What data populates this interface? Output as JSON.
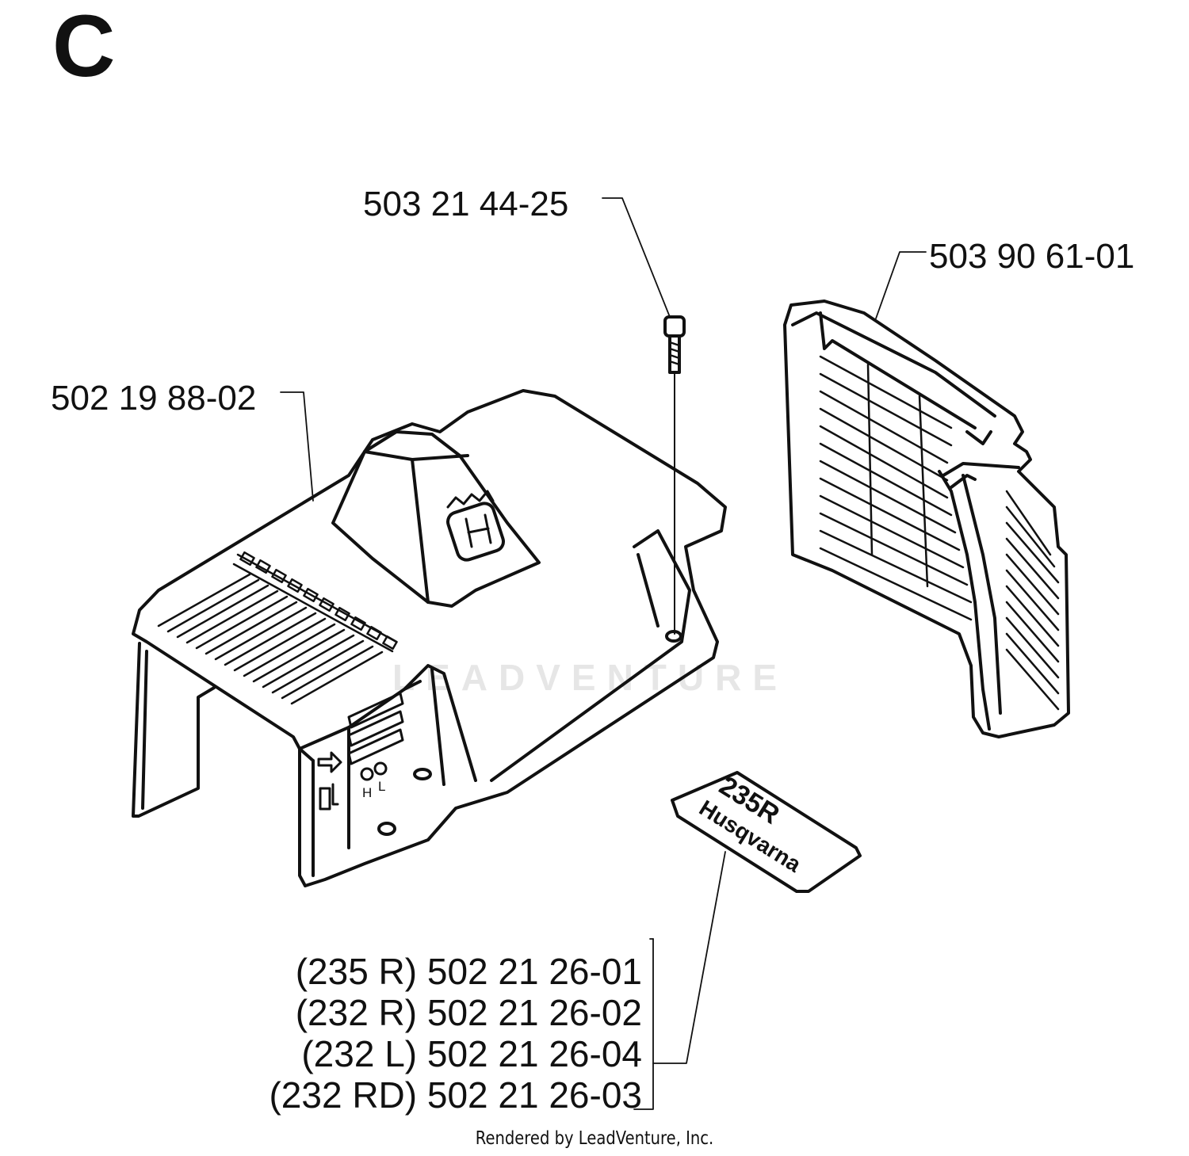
{
  "section_letter": "C",
  "callouts": {
    "screw": "503 21 44-25",
    "air_filter_cover": "503 90 61-01",
    "cylinder_cover": "502 19 88-02"
  },
  "decal_parts": [
    "(235 R) 502 21 26-01",
    "(232 R) 502 21 26-02",
    "(232 L) 502 21 26-04",
    "(232 RD) 502 21 26-03"
  ],
  "decal": {
    "model": "235R",
    "brand": "Husqvarna"
  },
  "cover_markings": {
    "h": "H",
    "l": "L"
  },
  "watermark": "LEADVENTURE",
  "footer": "Rendered by LeadVenture, Inc."
}
